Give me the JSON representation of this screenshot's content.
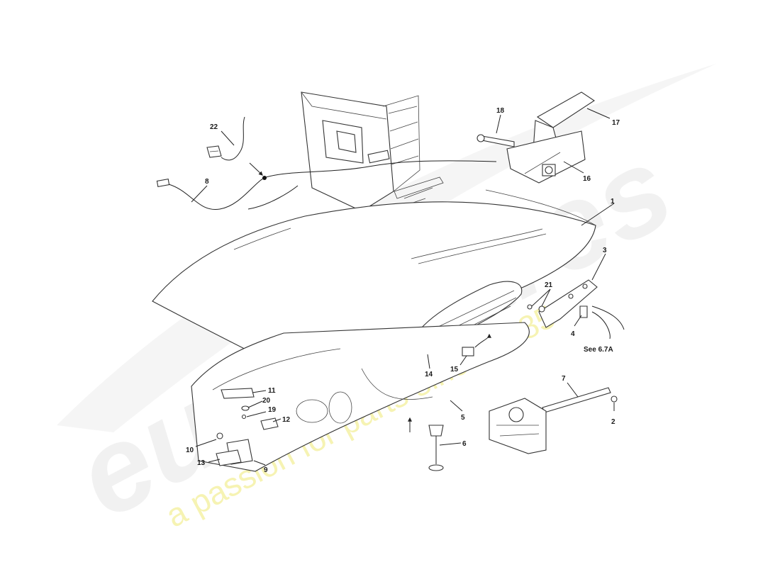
{
  "diagram": {
    "callouts": [
      {
        "id": "c1",
        "label": "1"
      },
      {
        "id": "c2",
        "label": "2"
      },
      {
        "id": "c3",
        "label": "3"
      },
      {
        "id": "c4",
        "label": "4"
      },
      {
        "id": "c5",
        "label": "5"
      },
      {
        "id": "c6",
        "label": "6"
      },
      {
        "id": "c7",
        "label": "7"
      },
      {
        "id": "c8",
        "label": "8"
      },
      {
        "id": "c9",
        "label": "9"
      },
      {
        "id": "c10",
        "label": "10"
      },
      {
        "id": "c11",
        "label": "11"
      },
      {
        "id": "c12",
        "label": "12"
      },
      {
        "id": "c13",
        "label": "13"
      },
      {
        "id": "c14",
        "label": "14"
      },
      {
        "id": "c15",
        "label": "15"
      },
      {
        "id": "c16",
        "label": "16"
      },
      {
        "id": "c17",
        "label": "17"
      },
      {
        "id": "c18",
        "label": "18"
      },
      {
        "id": "c19",
        "label": "19"
      },
      {
        "id": "c20",
        "label": "20"
      },
      {
        "id": "c21",
        "label": "21"
      },
      {
        "id": "c22",
        "label": "22"
      }
    ],
    "reference_note": "See 6.7A"
  },
  "watermark": {
    "brand": "eurospares",
    "tagline": "a passion for parts since 1985"
  },
  "colors": {
    "line": "#222222",
    "watermark_brand": "#e6e6e6",
    "watermark_tagline": "#f3ef9a"
  }
}
